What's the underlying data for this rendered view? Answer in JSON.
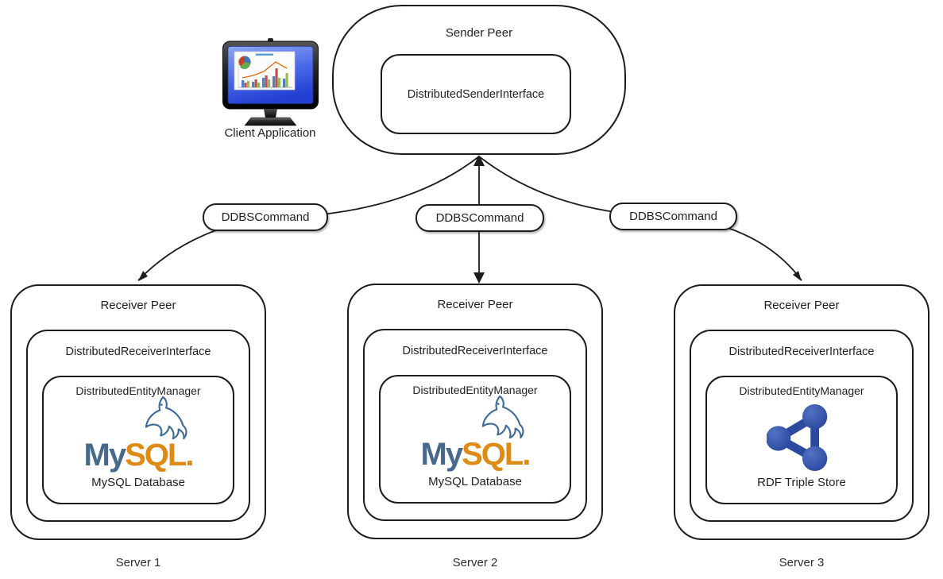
{
  "client": {
    "label": "Client Application"
  },
  "sender": {
    "title": "Sender Peer",
    "interface_label": "DistributedSenderInterface"
  },
  "commands": [
    {
      "label": "DDBSCommand"
    },
    {
      "label": "DDBSCommand"
    },
    {
      "label": "DDBSCommand"
    }
  ],
  "receivers": [
    {
      "title": "Receiver Peer",
      "interface_label": "DistributedReceiverInterface",
      "manager_label": "DistributedEntityManager",
      "store_label": "MySQL Database",
      "store_type": "mysql",
      "server_label": "Server 1"
    },
    {
      "title": "Receiver Peer",
      "interface_label": "DistributedReceiverInterface",
      "manager_label": "DistributedEntityManager",
      "store_label": "MySQL Database",
      "store_type": "mysql",
      "server_label": "Server 2"
    },
    {
      "title": "Receiver Peer",
      "interface_label": "DistributedReceiverInterface",
      "manager_label": "DistributedEntityManager",
      "store_label": "RDF Triple Store",
      "store_type": "rdf",
      "server_label": "Server 3"
    }
  ],
  "mysql_wordmark": {
    "my": "My",
    "sql": "SQL",
    "dot": "."
  },
  "colors": {
    "outline": "#1c1c1c",
    "text": "#1f1f1f",
    "mysql_blue": "#47698e",
    "mysql_orange": "#dd8b16",
    "dolphin_blue": "#3e6b96",
    "rdf_blue": "#2b4a9d"
  }
}
